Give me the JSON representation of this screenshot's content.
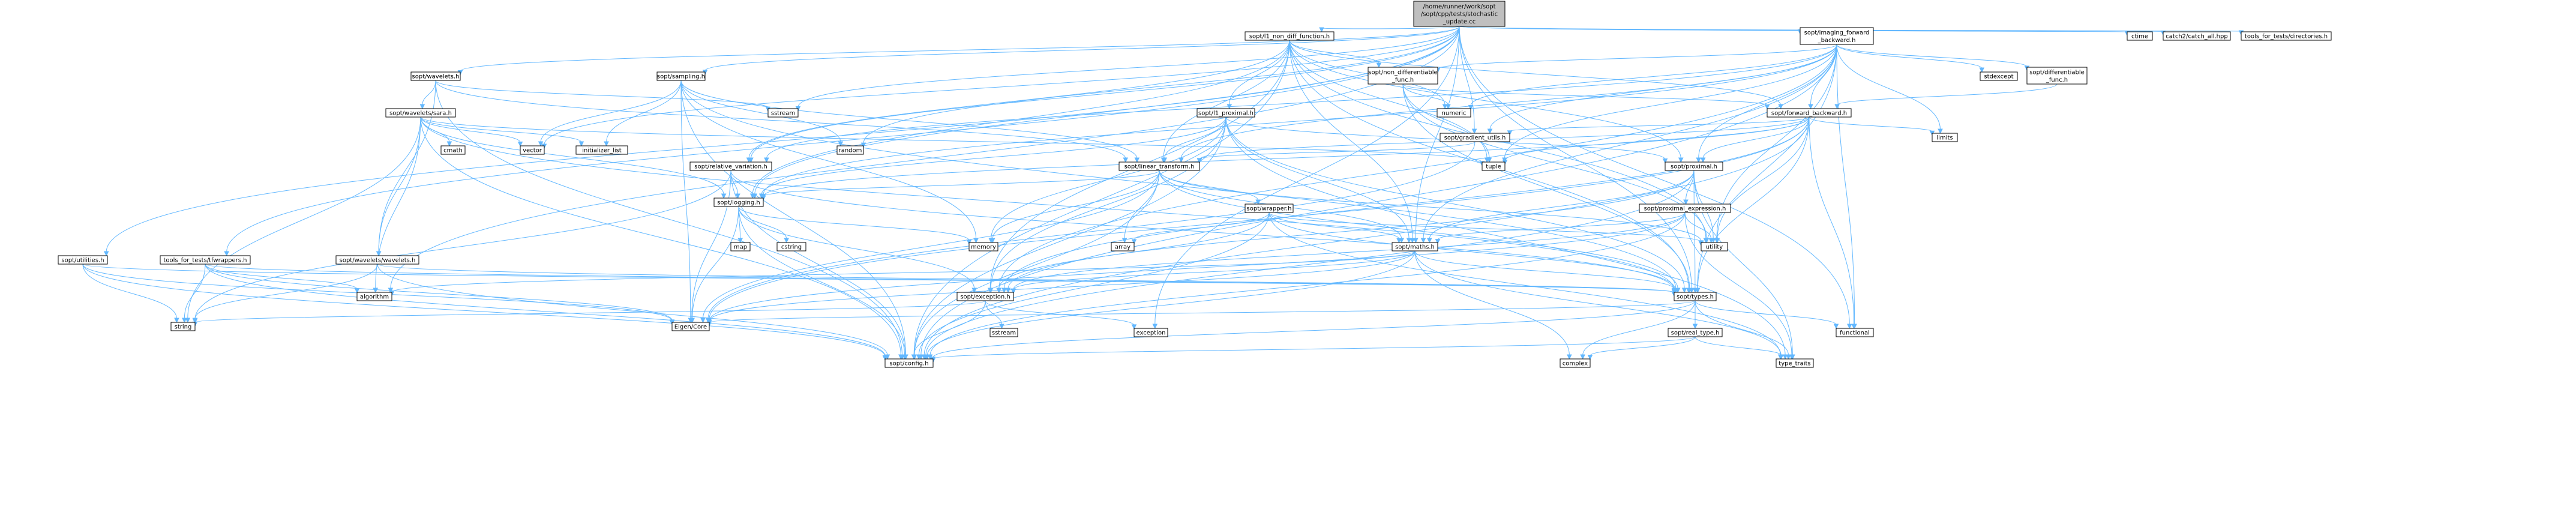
{
  "colors": {
    "edge": "#63b8ff",
    "node_fill": "#ffffff",
    "root_fill": "#bfbfbf",
    "node_border": "#000000",
    "missing_border": "#ff0000"
  },
  "nodes": {
    "root": {
      "lines": [
        "/home/runner/work/sopt",
        "/sopt/cpp/tests/stochastic",
        "_update.cc"
      ]
    },
    "l1_non_diff": {
      "lines": [
        "sopt/l1_non_diff_function.h"
      ]
    },
    "imaging_fb": {
      "lines": [
        "sopt/imaging_forward",
        "_backward.h"
      ]
    },
    "ctime": {
      "lines": [
        "ctime"
      ]
    },
    "catch_all": {
      "lines": [
        "catch2/catch_all.hpp"
      ]
    },
    "tools_dirs": {
      "lines": [
        "tools_for_tests/directories.h"
      ]
    },
    "wavelets_h": {
      "lines": [
        "sopt/wavelets.h"
      ]
    },
    "sampling_h": {
      "lines": [
        "sopt/sampling.h"
      ]
    },
    "non_diff_func": {
      "lines": [
        "sopt/non_differentiable",
        "_func.h"
      ]
    },
    "stdexcept": {
      "lines": [
        "stdexcept"
      ]
    },
    "diff_func": {
      "lines": [
        "sopt/differentiable",
        "_func.h"
      ]
    },
    "forward_backward": {
      "lines": [
        "sopt/forward_backward.h"
      ]
    },
    "numeric": {
      "lines": [
        "numeric"
      ]
    },
    "sstream_top": {
      "lines": [
        "sstream"
      ]
    },
    "wavelets_sara": {
      "lines": [
        "sopt/wavelets/sara.h"
      ]
    },
    "l1_proximal": {
      "lines": [
        "sopt/l1_proximal.h"
      ]
    },
    "gradient_utils": {
      "lines": [
        "sopt/gradient_utils.h"
      ]
    },
    "limits": {
      "lines": [
        "limits"
      ]
    },
    "cmath": {
      "lines": [
        "cmath"
      ]
    },
    "vector": {
      "lines": [
        "vector"
      ]
    },
    "initializer_list": {
      "lines": [
        "initializer_list"
      ]
    },
    "relative_variation": {
      "lines": [
        "sopt/relative_variation.h"
      ]
    },
    "random": {
      "lines": [
        "random"
      ]
    },
    "linear_transform": {
      "lines": [
        "sopt/linear_transform.h"
      ]
    },
    "tuple": {
      "lines": [
        "tuple"
      ]
    },
    "proximal_h": {
      "lines": [
        "sopt/proximal.h"
      ]
    },
    "logging_h": {
      "lines": [
        "sopt/logging.h"
      ]
    },
    "wrapper_h": {
      "lines": [
        "sopt/wrapper.h"
      ]
    },
    "proximal_expression": {
      "lines": [
        "sopt/proximal_expression.h"
      ]
    },
    "utilities_h": {
      "lines": [
        "sopt/utilities.h"
      ]
    },
    "tools_tfwrappers": {
      "lines": [
        "tools_for_tests/tfwrappers.h"
      ]
    },
    "wavelets_wavelets": {
      "lines": [
        "sopt/wavelets/wavelets.h"
      ]
    },
    "map": {
      "lines": [
        "map"
      ]
    },
    "cstring": {
      "lines": [
        "cstring"
      ]
    },
    "memory": {
      "lines": [
        "memory"
      ]
    },
    "array": {
      "lines": [
        "array"
      ]
    },
    "maths_h": {
      "lines": [
        "sopt/maths.h"
      ]
    },
    "utility": {
      "lines": [
        "utility"
      ]
    },
    "algorithm": {
      "lines": [
        "algorithm"
      ]
    },
    "exception_h": {
      "lines": [
        "sopt/exception.h"
      ]
    },
    "types_h": {
      "lines": [
        "sopt/types.h"
      ]
    },
    "string": {
      "lines": [
        "string"
      ]
    },
    "eigen_core": {
      "lines": [
        "Eigen/Core"
      ]
    },
    "sstream_low": {
      "lines": [
        "sstream"
      ]
    },
    "exception": {
      "lines": [
        "exception"
      ]
    },
    "real_type": {
      "lines": [
        "sopt/real_type.h"
      ]
    },
    "functional": {
      "lines": [
        "functional"
      ]
    },
    "config_h": {
      "lines": [
        "sopt/config.h"
      ]
    },
    "complex": {
      "lines": [
        "complex"
      ]
    },
    "type_traits": {
      "lines": [
        "type_traits"
      ]
    }
  }
}
